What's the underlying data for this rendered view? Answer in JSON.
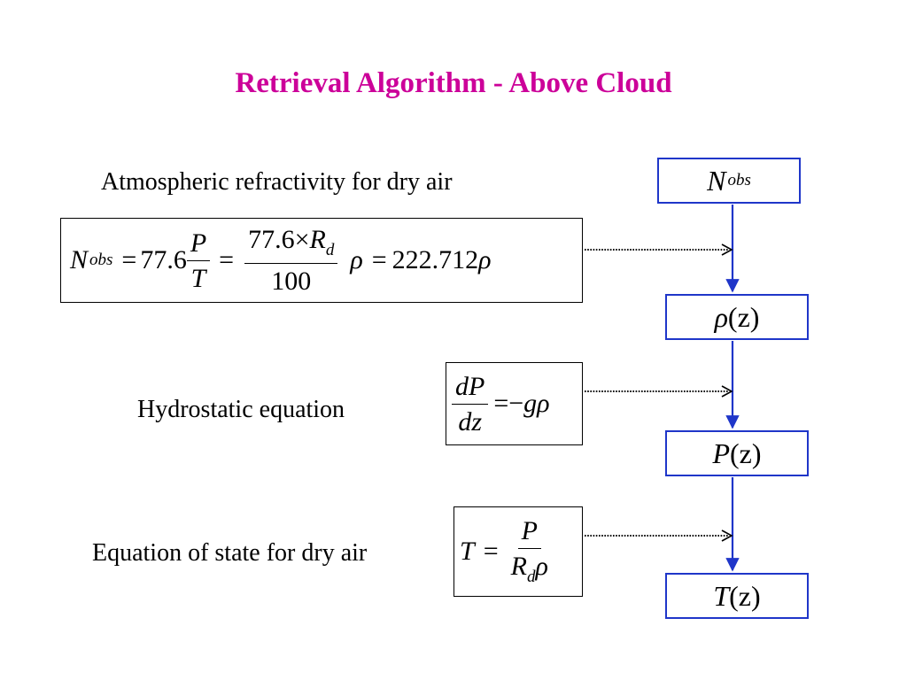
{
  "title": "Retrieval Algorithm - Above Cloud",
  "labels": {
    "refractivity": "Atmospheric refractivity for dry air",
    "hydrostatic": "Hydrostatic equation",
    "state": "Equation of state for dry air"
  },
  "eq1": {
    "lhs": "N",
    "lhs_sup": "obs",
    "eq": "=",
    "coef": "77.6",
    "frac1_num": "P",
    "frac1_den": "T",
    "eq2": "=",
    "frac2_num_a": "77.6",
    "times": "×",
    "frac2_num_b": "R",
    "frac2_num_sub": "d",
    "frac2_den": "100",
    "rho": "ρ",
    "eq3": "=",
    "rhs": "222.712",
    "rho2": "ρ"
  },
  "eq2": {
    "num": "dP",
    "den": "dz",
    "eq": "=",
    "rhs_sign": "−",
    "rhs_g": "g",
    "rhs_rho": "ρ"
  },
  "eq3": {
    "lhs": "T",
    "eq": "=",
    "num": "P",
    "den_r": "R",
    "den_sub": "d",
    "den_rho": "ρ"
  },
  "variables": {
    "n_obs": "N",
    "n_obs_sup": "obs",
    "rho_z_sym": "ρ",
    "rho_z_arg": "(z)",
    "p_z_sym": "P",
    "p_z_arg": "(z)",
    "t_z_sym": "T",
    "t_z_arg": "(z)"
  },
  "colors": {
    "title": "#cc0099",
    "flow_arrow": "#1f36c9",
    "box_border_right": "#1f36c9"
  }
}
